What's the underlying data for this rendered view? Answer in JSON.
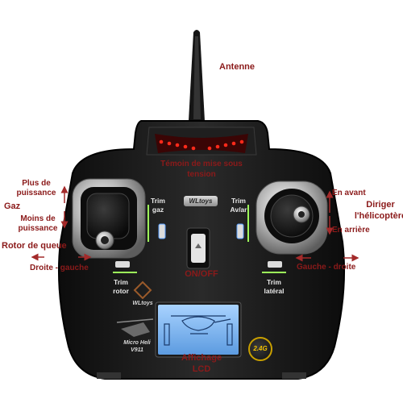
{
  "labels": {
    "antenna": "Antenne",
    "power_light_line1": "Témoin de mise sous",
    "power_light_line2": "tension",
    "more_power_line1": "Plus de",
    "more_power_line2": "puissance",
    "throttle": "Gaz",
    "less_power_line1": "Moins de",
    "less_power_line2": "puissance",
    "tail_rotor": "Rotor de queue",
    "right_left": "Droite - gauche",
    "forward": "En avant",
    "steer_line1": "Diriger",
    "steer_line2": "l'hélicoptère",
    "backward": "En arrière",
    "left_right": "Gauche - droite",
    "on_off": "ON/OFF",
    "lcd_line1": "Affichage",
    "lcd_line2": "LCD"
  },
  "device_text": {
    "trim_gaz_line1": "Trim",
    "trim_gaz_line2": "gaz",
    "trim_avar_line1": "Trim",
    "trim_avar_line2": "Av/ar",
    "trim_rotor_line1": "Trim",
    "trim_rotor_line2": "rotor",
    "trim_lateral_line1": "Trim",
    "trim_lateral_line2": "latéral",
    "brand_wltoys": "WLtoys",
    "model_line1": "Micro Heli",
    "model_line2": "V911",
    "logo": "WLtoys",
    "freq_badge": "2.4G"
  },
  "colors": {
    "label": "#8b1a1a",
    "arrow": "#a32a2a",
    "body": "#1b1b1b",
    "lcd": "#7fb6f2"
  }
}
